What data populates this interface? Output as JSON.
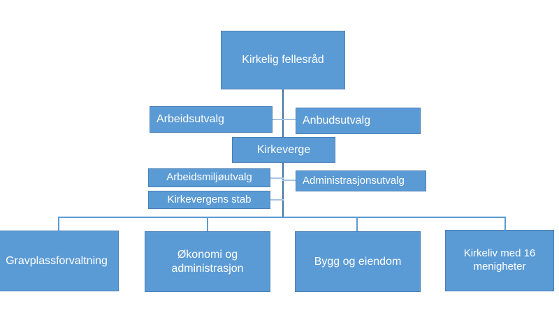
{
  "org": {
    "type": "org-chart",
    "accent_color": "#5B9BD5",
    "border_color": "#41719C",
    "connector_dark_color": "#41719C",
    "connector_light_color": "#A6C4E4",
    "connector_medium_color": "#5B9BD5",
    "text_color": "#FFFFFF",
    "nodes": [
      {
        "id": "kirkelig-fellesrad",
        "label": "Kirkelig fellesråd"
      },
      {
        "id": "arbeidsutvalg",
        "label": "Arbeidsutvalg"
      },
      {
        "id": "anbudsutvalg",
        "label": "Anbudsutvalg"
      },
      {
        "id": "kirkeverge",
        "label": "Kirkeverge"
      },
      {
        "id": "arbeidsmiljoutvalg",
        "label": "Arbeidsmiljøutvalg"
      },
      {
        "id": "administrasjonsutvalg",
        "label": "Administrasjonsutvalg"
      },
      {
        "id": "kirkevergens-stab",
        "label": "Kirkevergens stab"
      },
      {
        "id": "gravplassforvaltning",
        "label": "Gravplassforvaltning"
      },
      {
        "id": "okonomi-og-administrasjon",
        "label": "Økonomi og administrasjon"
      },
      {
        "id": "bygg-og-eiendom",
        "label": "Bygg og eiendom"
      },
      {
        "id": "kirkeliv-med-16-menigheter",
        "label": "Kirkeliv med 16 menigheter"
      }
    ],
    "edges": [
      {
        "from": "kirkelig-fellesrad",
        "to": "arbeidsutvalg"
      },
      {
        "from": "kirkelig-fellesrad",
        "to": "anbudsutvalg"
      },
      {
        "from": "kirkelig-fellesrad",
        "to": "kirkeverge"
      },
      {
        "from": "kirkeverge",
        "to": "arbeidsmiljoutvalg"
      },
      {
        "from": "kirkeverge",
        "to": "administrasjonsutvalg"
      },
      {
        "from": "kirkeverge",
        "to": "kirkevergens-stab"
      },
      {
        "from": "kirkeverge",
        "to": "gravplassforvaltning"
      },
      {
        "from": "kirkeverge",
        "to": "okonomi-og-administrasjon"
      },
      {
        "from": "kirkeverge",
        "to": "bygg-og-eiendom"
      },
      {
        "from": "kirkeverge",
        "to": "kirkeliv-med-16-menigheter"
      }
    ]
  }
}
